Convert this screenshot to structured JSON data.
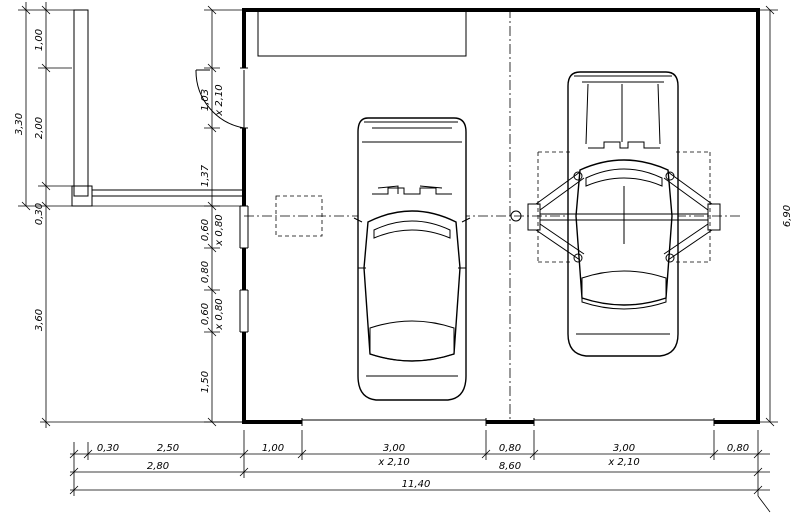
{
  "dimensions": {
    "left": [
      "1,00",
      "3,30",
      "2,00",
      "1,03",
      "x 2,10",
      "1,37",
      "0,30",
      "0,60",
      "x 0,80",
      "0,80",
      "0,60",
      "x 0,80",
      "3,60",
      "1,50"
    ],
    "right": [
      "6,90"
    ],
    "bottom_row1": [
      "0,30",
      "2,50",
      "1,00",
      "3,00",
      "x 2,10",
      "0,80",
      "3,00",
      "x 2,10",
      "0,80"
    ],
    "bottom_row2": [
      "2,80",
      "8,60"
    ],
    "bottom_row3": [
      "11,40"
    ]
  }
}
